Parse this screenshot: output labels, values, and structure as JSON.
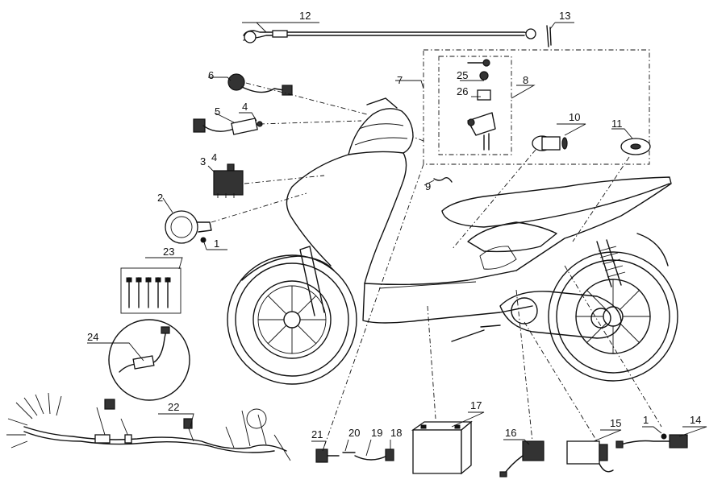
{
  "diagram": {
    "callouts": [
      {
        "id": "c1a",
        "text": "1"
      },
      {
        "id": "c1b",
        "text": "1"
      },
      {
        "id": "c2",
        "text": "2"
      },
      {
        "id": "c3",
        "text": "3"
      },
      {
        "id": "c4a",
        "text": "4"
      },
      {
        "id": "c4b",
        "text": "4"
      },
      {
        "id": "c5",
        "text": "5"
      },
      {
        "id": "c6",
        "text": "6"
      },
      {
        "id": "c7",
        "text": "7"
      },
      {
        "id": "c8",
        "text": "8"
      },
      {
        "id": "c9",
        "text": "9"
      },
      {
        "id": "c10",
        "text": "10"
      },
      {
        "id": "c11",
        "text": "11"
      },
      {
        "id": "c12",
        "text": "12"
      },
      {
        "id": "c13",
        "text": "13"
      },
      {
        "id": "c14",
        "text": "14"
      },
      {
        "id": "c15",
        "text": "15"
      },
      {
        "id": "c16",
        "text": "16"
      },
      {
        "id": "c17",
        "text": "17"
      },
      {
        "id": "c18",
        "text": "18"
      },
      {
        "id": "c19",
        "text": "19"
      },
      {
        "id": "c20",
        "text": "20"
      },
      {
        "id": "c21",
        "text": "21"
      },
      {
        "id": "c22",
        "text": "22"
      },
      {
        "id": "c23",
        "text": "23"
      },
      {
        "id": "c24",
        "text": "24"
      },
      {
        "id": "c25",
        "text": "25"
      },
      {
        "id": "c26",
        "text": "26"
      }
    ]
  }
}
